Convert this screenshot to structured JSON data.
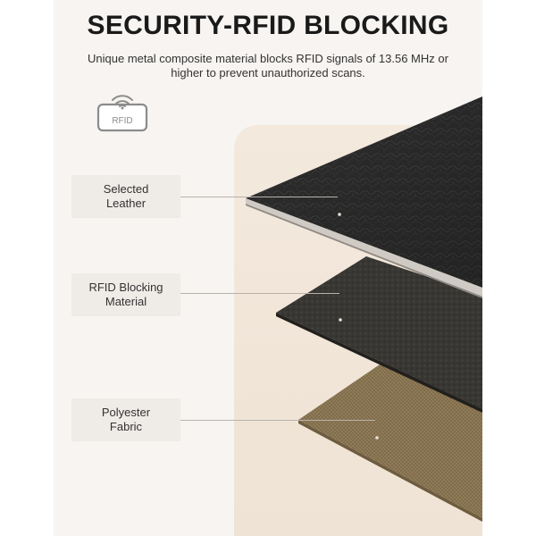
{
  "header": {
    "title": "SECURITY-RFID BLOCKING",
    "subtitle": "Unique metal composite material blocks RFID signals of 13.56 MHz or higher to prevent unauthorized scans."
  },
  "badge": {
    "text": "RFID",
    "icon": "wireless-signal-icon"
  },
  "layers": [
    {
      "label": "Selected\nLeather",
      "material": "leather"
    },
    {
      "label": "RFID Blocking\nMaterial",
      "material": "rfid-blocking"
    },
    {
      "label": "Polyester\nFabric",
      "material": "polyester"
    }
  ],
  "colors": {
    "leather": "#2f2f2f",
    "rfid_blocking": "#3a3834",
    "polyester": "#8a7656",
    "panel": "#f7f4f1",
    "glow": "#f2e7da"
  }
}
